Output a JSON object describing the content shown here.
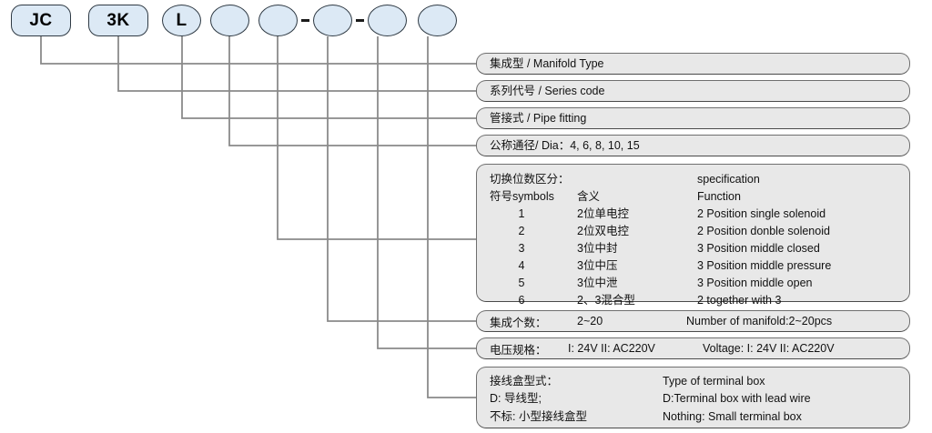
{
  "title": "JC3K Series Manifold Solenoid Valve Model Code Breakdown",
  "colors": {
    "bubble_fill": "#dce9f5",
    "bubble_stroke": "#2f3a44",
    "box_fill": "#e8e8e8",
    "box_stroke": "#6f6f6f",
    "connector": "#8a8a8a"
  },
  "code_parts": [
    {
      "label": "JC",
      "shape": "pill"
    },
    {
      "label": "3K",
      "shape": "pill"
    },
    {
      "label": "L",
      "shape": "circle"
    },
    {
      "label": "",
      "shape": "circle"
    },
    {
      "label": "",
      "shape": "circle"
    },
    {
      "label": "",
      "shape": "circle"
    },
    {
      "label": "",
      "shape": "circle"
    },
    {
      "label": "",
      "shape": "circle"
    }
  ],
  "separators": [
    "-",
    "-"
  ],
  "labels": {
    "manifold_type": "集成型 / Manifold Type",
    "series_code": "系列代号 / Series code",
    "pipe_fitting": "管接式 / Pipe fitting",
    "dia": "公称通径/ Dia：4, 6, 8, 10, 15"
  },
  "spec": {
    "header_cn": "切换位数区分：",
    "header_en": "specification",
    "col_symbol": "符号symbols",
    "col_meaning": "含义",
    "col_function": "Function",
    "rows": [
      {
        "symbol": "1",
        "meaning": "2位单电控",
        "function": "2 Position single solenoid"
      },
      {
        "symbol": "2",
        "meaning": "2位双电控",
        "function": "2 Position donble solenoid"
      },
      {
        "symbol": "3",
        "meaning": "3位中封",
        "function": "3 Position middle closed"
      },
      {
        "symbol": "4",
        "meaning": "3位中压",
        "function": "3 Position middle pressure"
      },
      {
        "symbol": "5",
        "meaning": "3位中泄",
        "function": "3 Position middle open"
      },
      {
        "symbol": "6",
        "meaning": "2、3混合型",
        "function": "2 together with 3"
      }
    ]
  },
  "manifold_count": {
    "cn": "集成个数：",
    "value": "2~20",
    "en": "Number of manifold:2~20pcs"
  },
  "voltage": {
    "cn": "电压规格：",
    "value": "I: 24V  II: AC220V",
    "en": "Voltage: I: 24V  II: AC220V"
  },
  "terminal_box": {
    "rows": [
      {
        "cn": "接线盒型式：",
        "en": "Type of terminal box"
      },
      {
        "cn": "D: 导线型;",
        "en": "D:Terminal box with lead wire"
      },
      {
        "cn": "不标: 小型接线盒型",
        "en": "Nothing: Small terminal box"
      }
    ]
  }
}
